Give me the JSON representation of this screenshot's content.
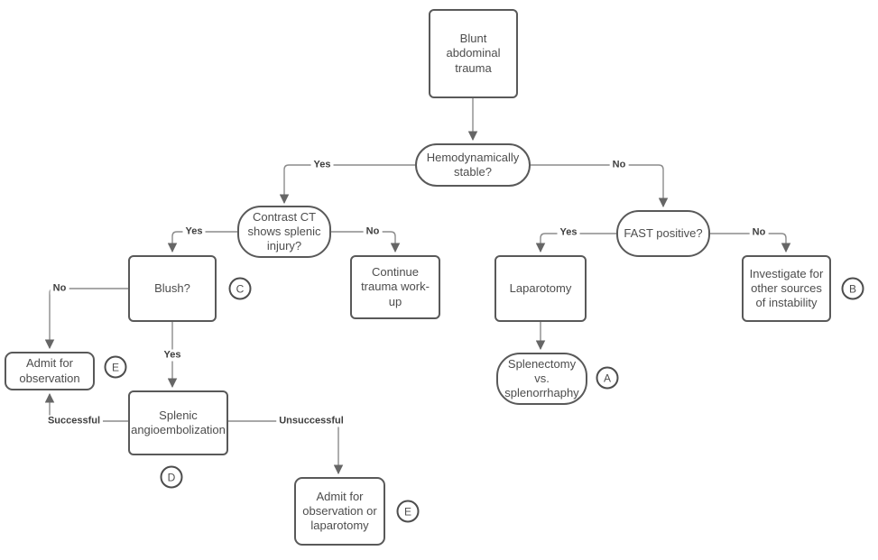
{
  "diagram": {
    "type": "flowchart",
    "topic": "Blunt abdominal trauma / splenic injury management algorithm",
    "nodes": {
      "blunt": "Blunt abdominal trauma",
      "hemo": "Hemodynamically stable?",
      "contrast_ct": "Contrast CT shows splenic injury?",
      "continue_workup": "Continue trauma work-up",
      "blush": "Blush?",
      "admit_observation": "Admit for observation",
      "splenic_angio": "Splenic angioembolization",
      "admit_obs_laparotomy": "Admit for observation or laparotomy",
      "fast_positive": "FAST positive?",
      "laparotomy": "Laparotomy",
      "investigate": "Investigate for other sources of instability",
      "splenectomy": "Splenectomy vs. splenorrhaphy"
    },
    "edge_labels": {
      "hemo_yes": "Yes",
      "hemo_no": "No",
      "contrast_yes": "Yes",
      "contrast_no": "No",
      "blush_no": "No",
      "blush_yes": "Yes",
      "successful": "Successful",
      "unsuccessful": "Unsuccessful",
      "fast_yes": "Yes",
      "fast_no": "No"
    },
    "badges": {
      "a": "A",
      "b": "B",
      "c": "C",
      "d": "D",
      "e1": "E",
      "e2": "E"
    },
    "colors": {
      "node_border": "#595959",
      "connector": "#8c8c8c",
      "arrowhead": "#666666",
      "text": "#4d4d4d",
      "background": "#ffffff"
    }
  }
}
